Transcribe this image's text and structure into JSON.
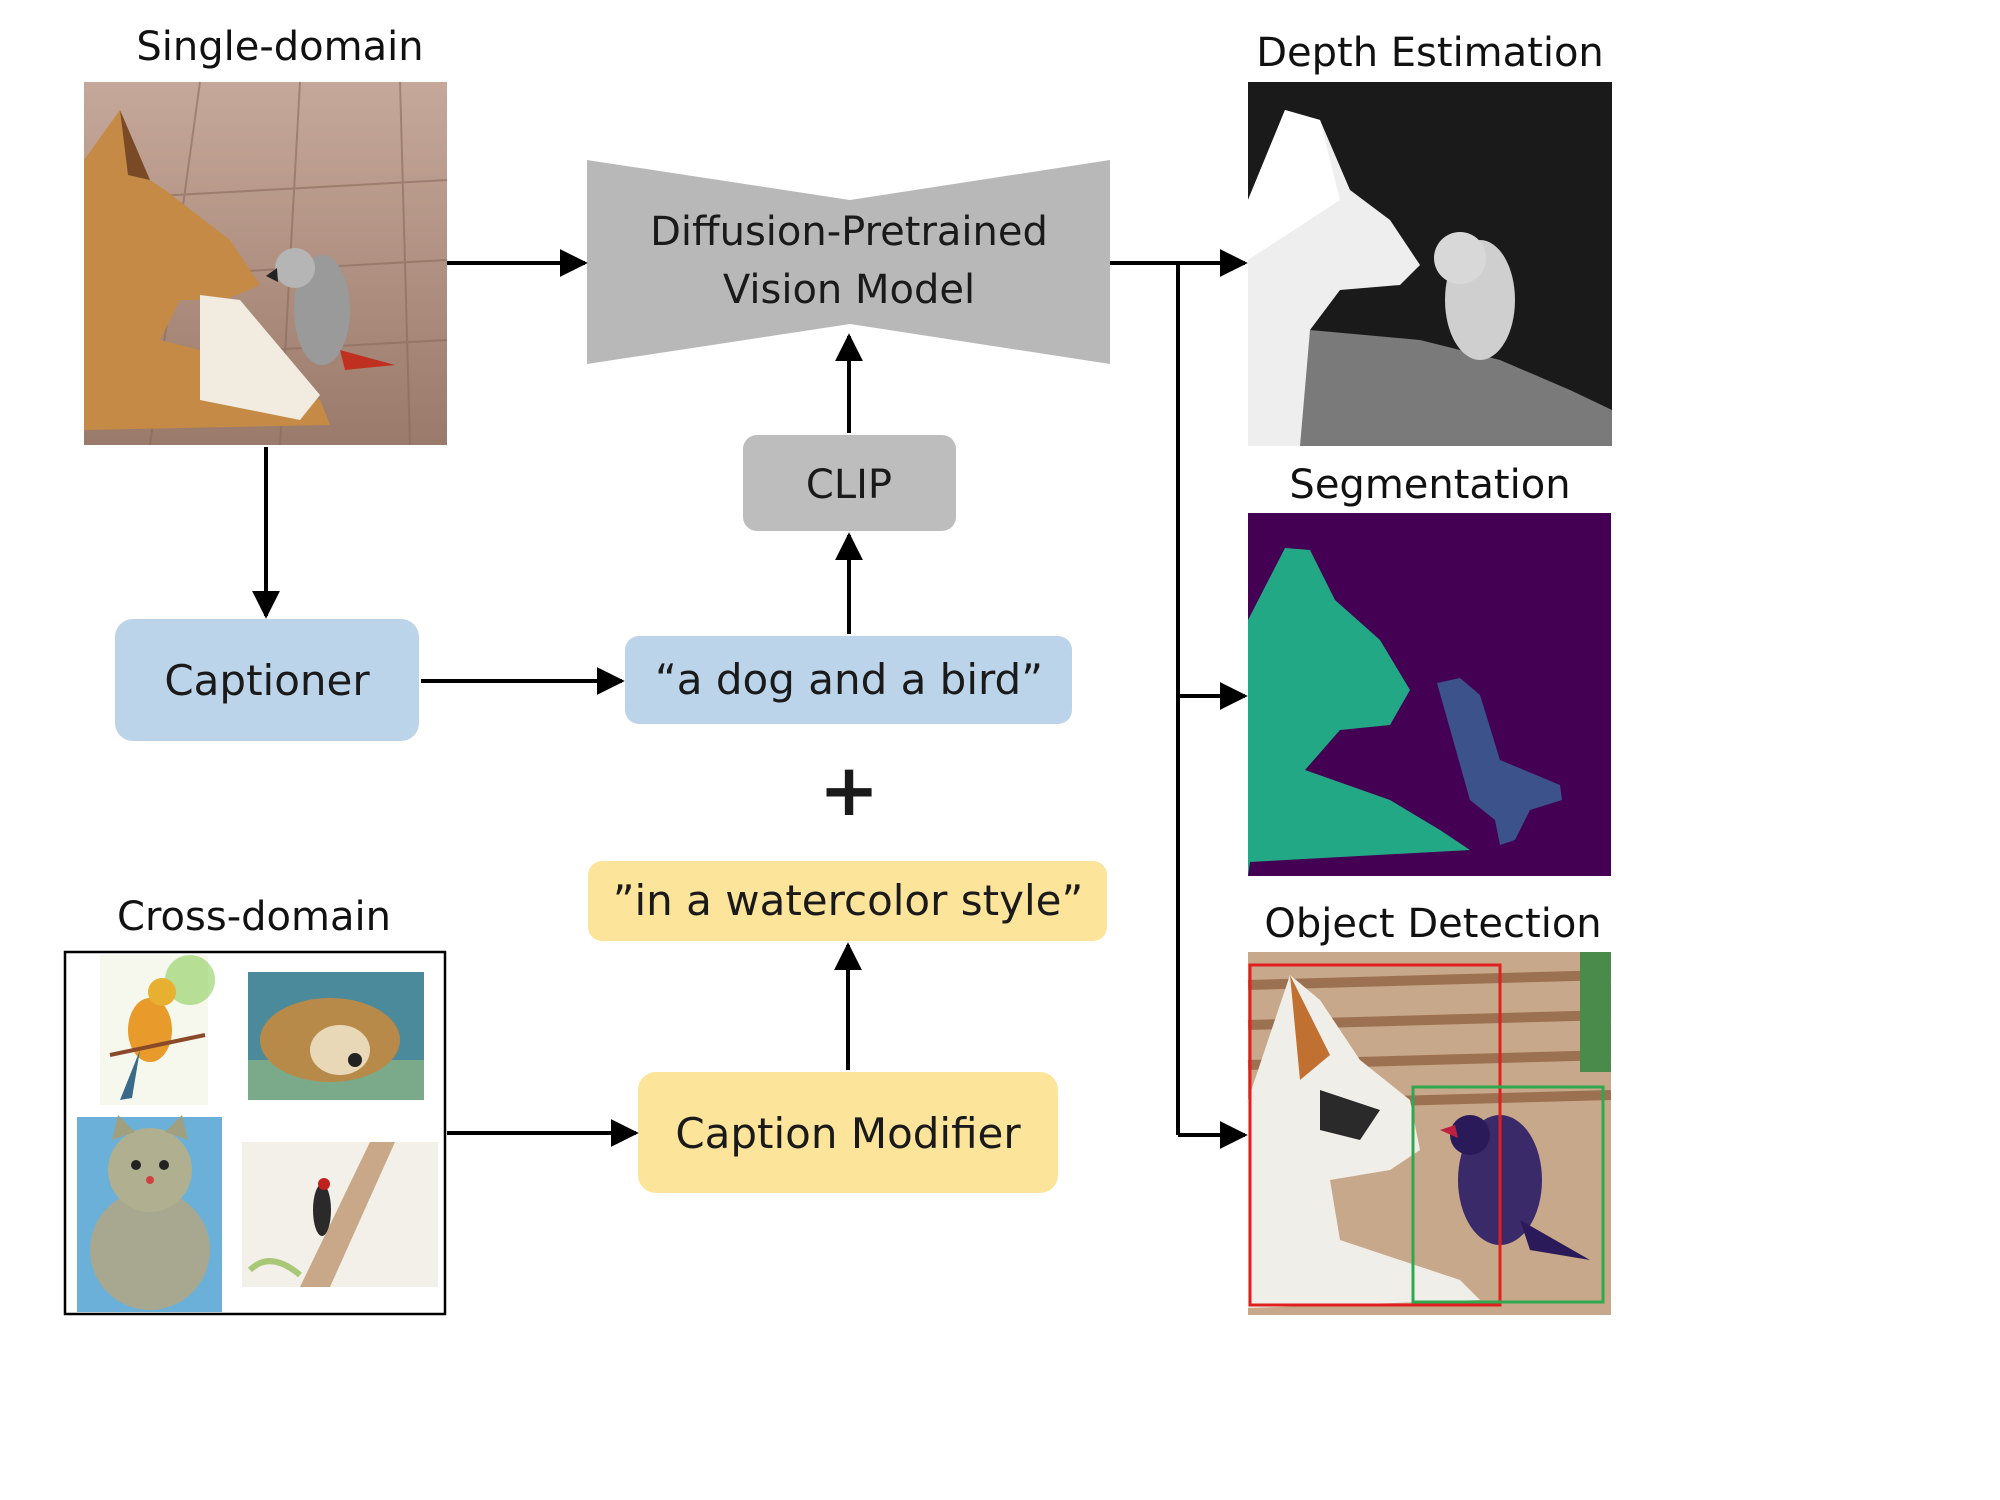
{
  "labels": {
    "single_domain": "Single-domain",
    "cross_domain": "Cross-domain",
    "depth_estimation": "Depth Estimation",
    "segmentation": "Segmentation",
    "object_detection": "Object Detection"
  },
  "model": {
    "line1": "Diffusion-Pretrained",
    "line2": "Vision Model"
  },
  "boxes": {
    "clip": "CLIP",
    "captioner": "Captioner",
    "caption": "“a dog and a bird”",
    "style_prompt": "”in a watercolor style”",
    "caption_modifier": "Caption Modifier",
    "plus": "+"
  },
  "colors": {
    "model_gray": "#b8b8b8",
    "clip_gray": "#bdbdbd",
    "blue_box": "#bcd4ea",
    "yellow_box": "#fce49a",
    "seg_background": "#440154",
    "seg_dog": "#22a884",
    "seg_bird": "#3b528b",
    "bbox_red": "#e02020",
    "bbox_green": "#2fa84f"
  }
}
